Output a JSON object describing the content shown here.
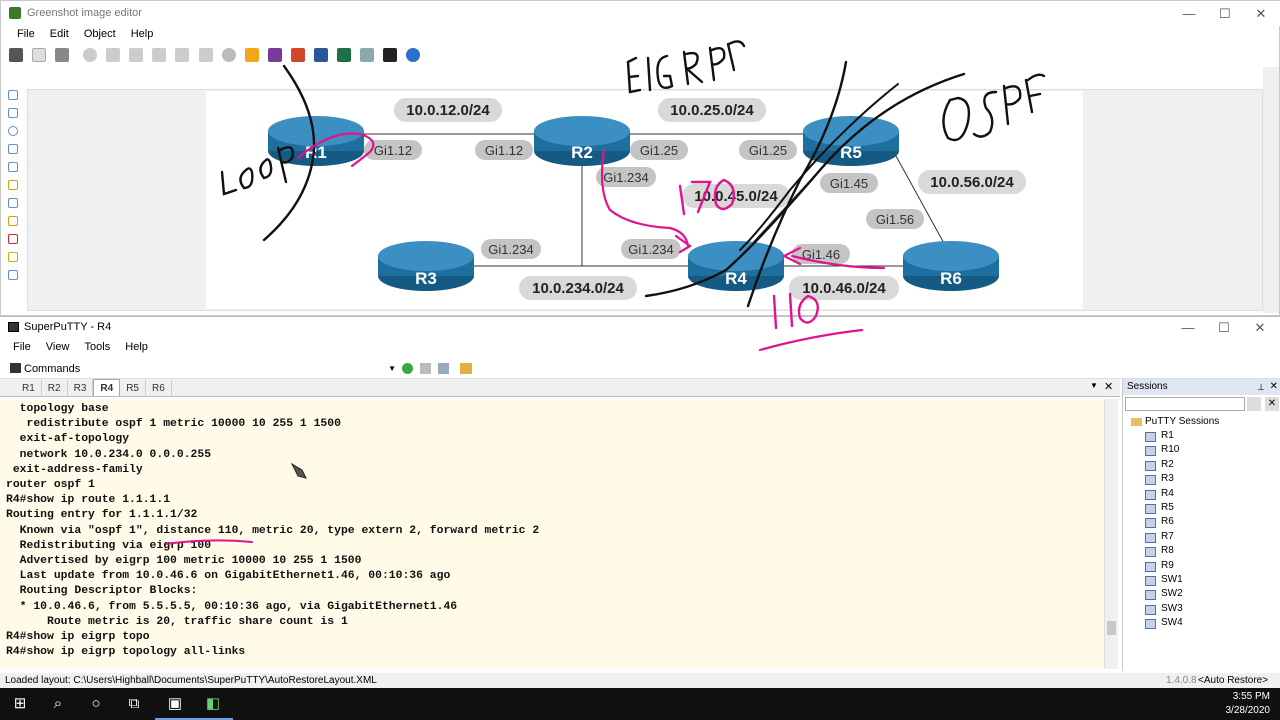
{
  "greenshot": {
    "title": "Greenshot image editor",
    "menu": [
      "File",
      "Edit",
      "Object",
      "Help"
    ],
    "window_controls": {
      "minimize": "—",
      "maximize": "☐",
      "close": "✕"
    }
  },
  "diagram": {
    "routers": [
      {
        "id": "R1",
        "label": "R1"
      },
      {
        "id": "R2",
        "label": "R2"
      },
      {
        "id": "R3",
        "label": "R3"
      },
      {
        "id": "R4",
        "label": "R4"
      },
      {
        "id": "R5",
        "label": "R5"
      },
      {
        "id": "R6",
        "label": "R6"
      }
    ],
    "subnets": {
      "s12": "10.0.12.0/24",
      "s25": "10.0.25.0/24",
      "s45": "10.0.45.0/24",
      "s56": "10.0.56.0/24",
      "s234": "10.0.234.0/24",
      "s46": "10.0.46.0/24"
    },
    "interfaces": {
      "r1_gi112": "Gi1.12",
      "r2_gi112": "Gi1.12",
      "r2_gi125": "Gi1.25",
      "r5_gi125": "Gi1.25",
      "r2_gi1234": "Gi1.234",
      "r5_gi145": "Gi1.45",
      "r5_gi156": "Gi1.56",
      "r3_gi1234": "Gi1.234",
      "r4_gi1234": "Gi1.234",
      "r4_gi146": "Gi1.46"
    }
  },
  "superputty": {
    "title": "SuperPuTTY - R4",
    "menu": [
      "File",
      "View",
      "Tools",
      "Help"
    ],
    "commands_label": "Commands",
    "tabs": [
      "R1",
      "R2",
      "R3",
      "R4",
      "R5",
      "R6"
    ],
    "active_tab": "R4",
    "terminal_lines": [
      "  topology base",
      "   redistribute ospf 1 metric 10000 10 255 1 1500",
      "  exit-af-topology",
      "  network 10.0.234.0 0.0.0.255",
      " exit-address-family",
      "router ospf 1",
      "R4#show ip route 1.1.1.1",
      "Routing entry for 1.1.1.1/32",
      "  Known via \"ospf 1\", distance 110, metric 20, type extern 2, forward metric 2",
      "  Redistributing via eigrp 100",
      "  Advertised by eigrp 100 metric 10000 10 255 1 1500",
      "  Last update from 10.0.46.6 on GigabitEthernet1.46, 00:10:36 ago",
      "  Routing Descriptor Blocks:",
      "  * 10.0.46.6, from 5.5.5.5, 00:10:36 ago, via GigabitEthernet1.46",
      "      Route metric is 20, traffic share count is 1",
      "R4#show ip eigrp topo",
      "R4#show ip eigrp topology all-links"
    ],
    "sessions_title": "Sessions",
    "sessions_root": "PuTTY Sessions",
    "sessions": [
      "R1",
      "R10",
      "R2",
      "R3",
      "R4",
      "R5",
      "R6",
      "R7",
      "R8",
      "R9",
      "SW1",
      "SW2",
      "SW3",
      "SW4"
    ],
    "status_left": "Loaded layout: C:\\Users\\Highball\\Documents\\SuperPuTTY\\AutoRestoreLayout.XML",
    "status_version": "1.4.0.8",
    "status_right": "<Auto Restore>"
  },
  "taskbar": {
    "time": "3:55 PM",
    "date": "3/28/2020"
  },
  "colors": {
    "router_blue": "#1f6f9e",
    "annotation_black": "#111111",
    "annotation_magenta": "#e0148c",
    "terminal_bg": "#fffbe8"
  },
  "annotation_text": {
    "eigrp": "EIGRP",
    "ospf": "OSPF",
    "loop": "Loop",
    "ad_170": "170",
    "ad_110": "110"
  }
}
